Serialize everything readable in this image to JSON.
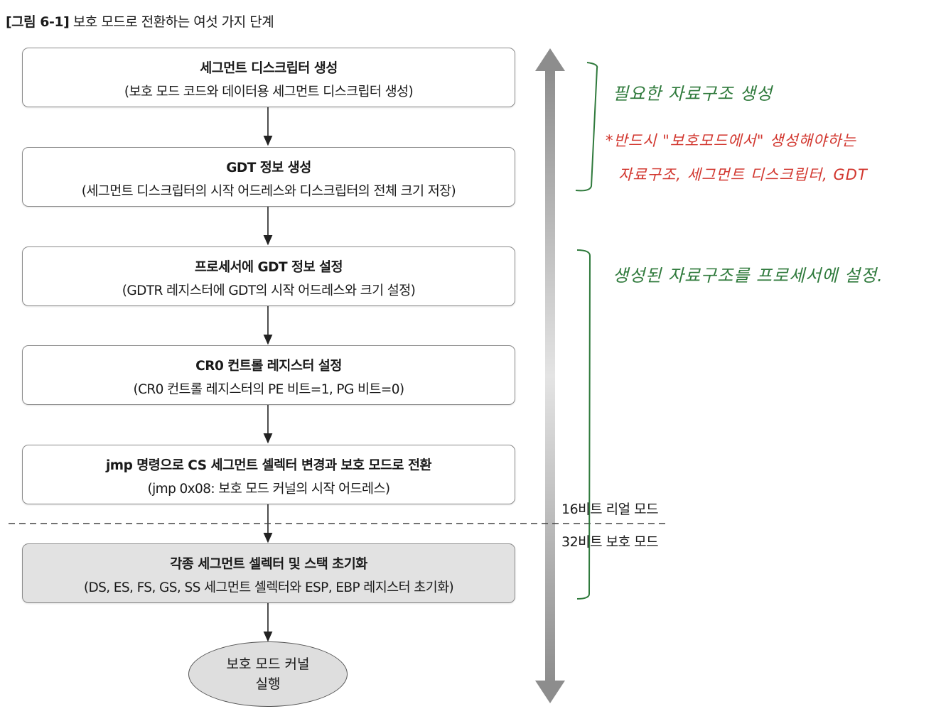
{
  "caption": {
    "label": "[그림 6-1]",
    "text": "보호 모드로 전환하는 여섯 가지 단계"
  },
  "steps": [
    {
      "title": "세그먼트 디스크립터 생성",
      "sub": "(보호 모드 코드와 데이터용 세그먼트 디스크립터 생성)"
    },
    {
      "title": "GDT 정보 생성",
      "sub": "(세그먼트 디스크립터의 시작 어드레스와 디스크립터의 전체 크기 저장)"
    },
    {
      "title": "프로세서에 GDT 정보 설정",
      "sub": "(GDTR 레지스터에 GDT의 시작 어드레스와 크기 설정)"
    },
    {
      "title": "CR0 컨트롤 레지스터 설정",
      "sub": "(CR0 컨트롤 레지스터의 PE 비트=1, PG 비트=0)"
    },
    {
      "title": "jmp 명령으로 CS 세그먼트 셀렉터 변경과 보호 모드로 전환",
      "sub": "(jmp 0x08: 보호 모드 커널의 시작 어드레스)"
    },
    {
      "title": "각종 세그먼트 셀렉터 및 스택 초기화",
      "sub": "(DS, ES, FS, GS, SS 세그먼트 셀렉터와 ESP, EBP 레지스터 초기화)"
    }
  ],
  "end": {
    "line1": "보호 모드 커널",
    "line2": "실행"
  },
  "modes": {
    "upper": "16비트 리얼 모드",
    "lower": "32비트 보호 모드"
  },
  "annotations": {
    "note1": "필요한 자료구조 생성",
    "note2": "*반드시 \"보호모드에서\" 생성해야하는",
    "note3": "자료구조, 세그먼트 디스크립터, GDT",
    "note4": "생성된 자료구조를 프로세서에 설정."
  },
  "colors": {
    "ink_green": "#2f7a3c",
    "ink_red": "#d2372f",
    "shaded_step": "#e2e2e2"
  }
}
